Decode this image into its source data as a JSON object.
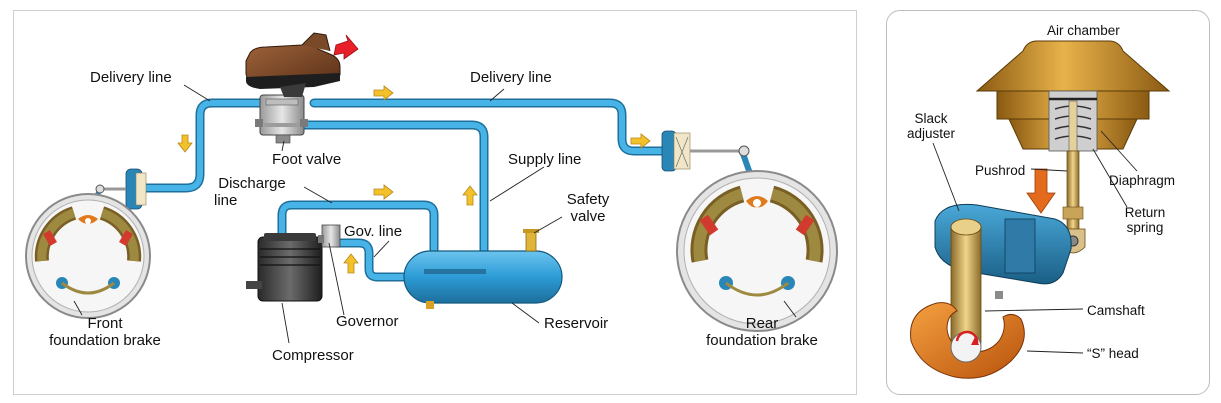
{
  "air_brake_system": {
    "labels": {
      "delivery_line_left": "Delivery line",
      "delivery_line_right": "Delivery line",
      "foot_valve": "Foot valve",
      "supply_line": "Supply line",
      "discharge_line_1": "Discharge",
      "discharge_line_2": "line",
      "safety_valve_1": "Safety",
      "safety_valve_2": "valve",
      "gov_line": "Gov. line",
      "front_brake_1": "Front",
      "front_brake_2": "foundation brake",
      "rear_brake_1": "Rear",
      "rear_brake_2": "foundation brake",
      "governor": "Governor",
      "reservoir": "Reservoir",
      "compressor": "Compressor"
    },
    "colors": {
      "air_line": "#3aa6dc",
      "air_line_dark": "#1d6f9c",
      "arrow_fill": "#f3c22b",
      "pedal_arrow": "#e8202a",
      "brake_lining": "#8a6e2e",
      "reservoir": "#2c9bd6"
    },
    "icons": [
      "boot-pedal-icon",
      "flow-arrow-icon",
      "brake-drum-icon"
    ]
  },
  "slack_adjuster_detail": {
    "labels": {
      "air_chamber": "Air chamber",
      "slack_adjuster_1": "Slack",
      "slack_adjuster_2": "adjuster",
      "pushrod": "Pushrod",
      "diaphragm": "Diaphragm",
      "return_spring_1": "Return",
      "return_spring_2": "spring",
      "camshaft": "Camshaft",
      "s_head": "“S” head"
    },
    "colors": {
      "chamber": "#d49a2c",
      "adjuster": "#2b86b8",
      "s_head": "#e07a1c"
    }
  }
}
